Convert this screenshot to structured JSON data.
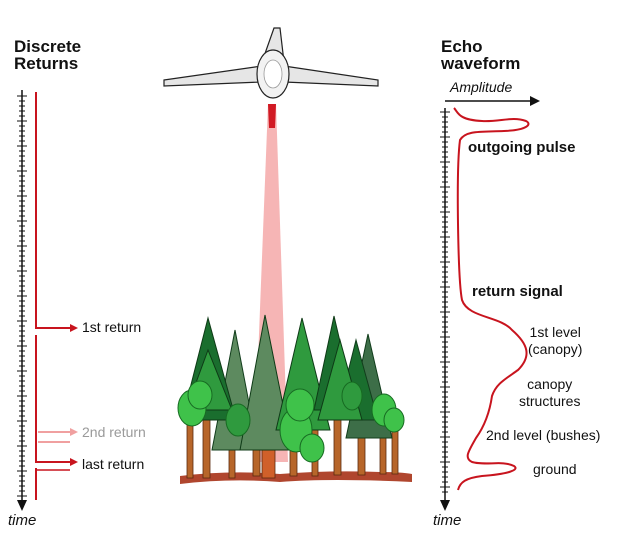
{
  "left_panel": {
    "title_line1": "Discrete",
    "title_line2": "Returns",
    "time_label": "time",
    "returns": [
      {
        "label": "1st return"
      },
      {
        "label": "2nd return"
      },
      {
        "label": "last return"
      }
    ]
  },
  "right_panel": {
    "title_line1": "Echo",
    "title_line2": "waveform",
    "amplitude_label": "Amplitude",
    "time_label": "time",
    "outgoing_label": "outgoing pulse",
    "return_signal_label": "return signal",
    "levels": {
      "canopy_line1": "1st level",
      "canopy_line2": "(canopy)",
      "structures_line1": "canopy",
      "structures_line2": "structures",
      "bushes": "2nd level (bushes)",
      "ground": "ground"
    }
  },
  "colors": {
    "signal_red": "#c8141e",
    "faded_red": "#f0a0a0",
    "beam": "#f4a8a8",
    "tree_dark": "#1a6e2e",
    "tree_mid": "#2f9a3e",
    "tree_light": "#3fc24a",
    "tree_grey": "#5d8a5f",
    "trunk": "#b7662a",
    "ground": "#b0462e"
  },
  "icons": {
    "aircraft": "airplane-icon"
  }
}
